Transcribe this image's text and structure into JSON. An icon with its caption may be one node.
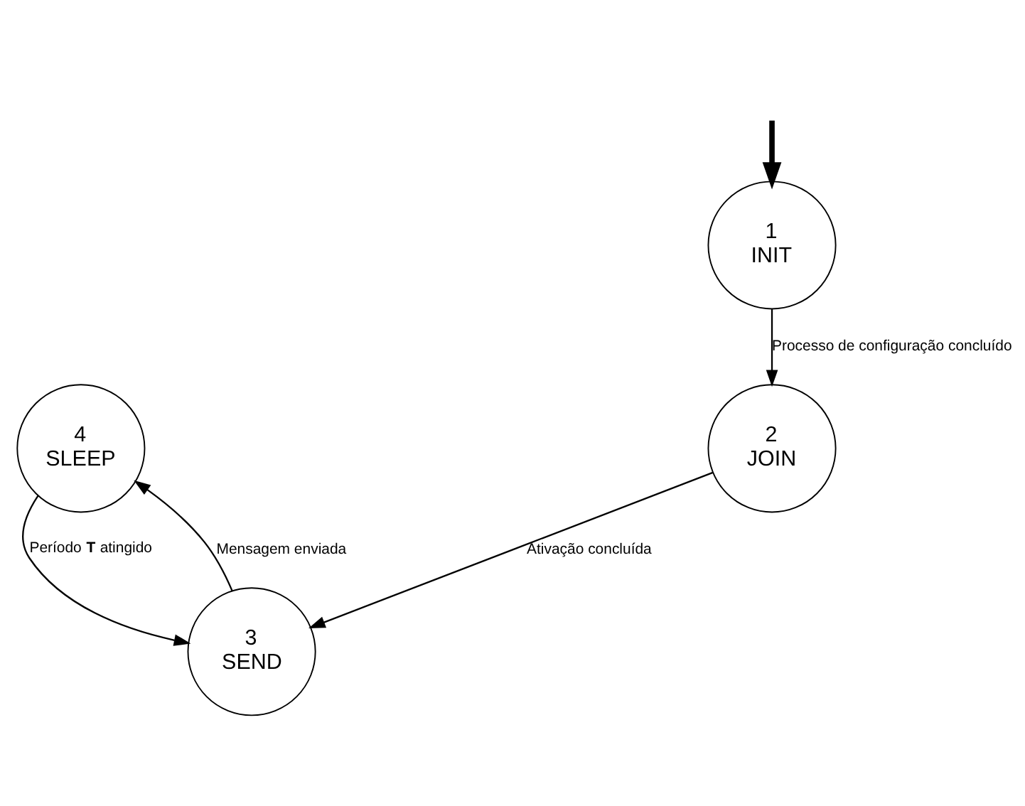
{
  "diagram": {
    "nodes": [
      {
        "text": [
          "1",
          "INIT"
        ]
      },
      {
        "text": [
          "2",
          "JOIN"
        ]
      },
      {
        "text": [
          "3",
          "SEND"
        ]
      },
      {
        "text": [
          "4",
          "SLEEP"
        ]
      }
    ],
    "edges": [
      {
        "from": null,
        "to": 0,
        "arrow": "to",
        "style": "thick"
      },
      {
        "from": 0,
        "to": 1,
        "arrow": "to",
        "label": "Processo de configuração concluído"
      },
      {
        "from": 1,
        "to": 2,
        "arrow": "to",
        "label": "Ativação concluída"
      },
      {
        "from": 2,
        "to": 3,
        "arrow": "to",
        "label": "Mensagem enviada"
      },
      {
        "from": 3,
        "to": 2,
        "arrow": "to",
        "label": "Período **T** atingido"
      }
    ]
  }
}
